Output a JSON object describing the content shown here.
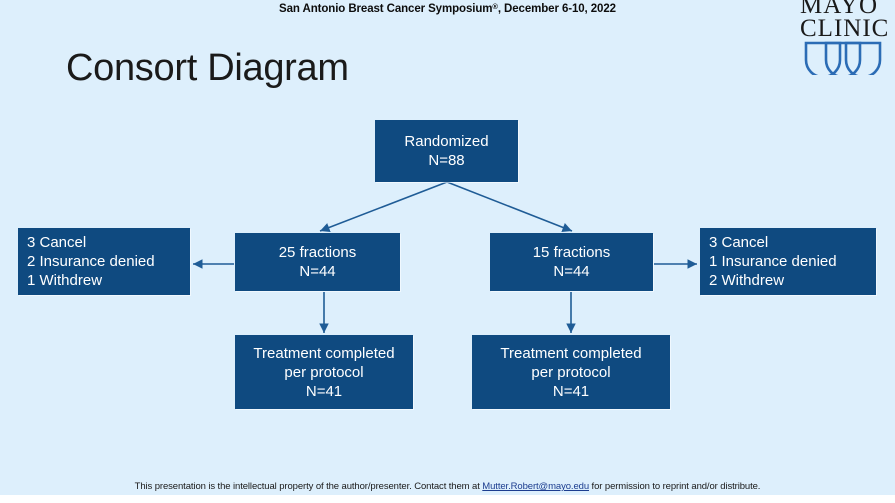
{
  "header": {
    "conference": "San Antonio Breast Cancer Symposium",
    "registered_mark": "®",
    "dates": ", December 6-10, 2022",
    "logo_line1": "MAYO",
    "logo_line2": "CLINIC"
  },
  "title": "Consort Diagram",
  "diagram": {
    "nodes": {
      "randomized": {
        "line1": "Randomized",
        "line2": "N=88"
      },
      "arm_25": {
        "line1": "25 fractions",
        "line2": "N=44"
      },
      "arm_15": {
        "line1": "15 fractions",
        "line2": "N=44"
      },
      "left_exclusions": {
        "line1": "3 Cancel",
        "line2": "2 Insurance denied",
        "line3": "1 Withdrew"
      },
      "right_exclusions": {
        "line1": "3 Cancel",
        "line2": "1 Insurance denied",
        "line3": "2 Withdrew"
      },
      "left_completed": {
        "line1": "Treatment completed",
        "line2": "per protocol",
        "line3": "N=41"
      },
      "right_completed": {
        "line1": "Treatment completed",
        "line2": "per protocol",
        "line3": "N=41"
      }
    }
  },
  "footer": {
    "text_before": "This presentation is the intellectual property of the author/presenter. Contact them at ",
    "email": "Mutter.Robert@mayo.edu",
    "text_after": " for permission to reprint and/or distribute."
  },
  "colors": {
    "background": "#ddeffc",
    "node_fill": "#0f4a80",
    "node_text": "#ffffff",
    "connector": "#1f5c96",
    "link": "#1c3d8f"
  }
}
